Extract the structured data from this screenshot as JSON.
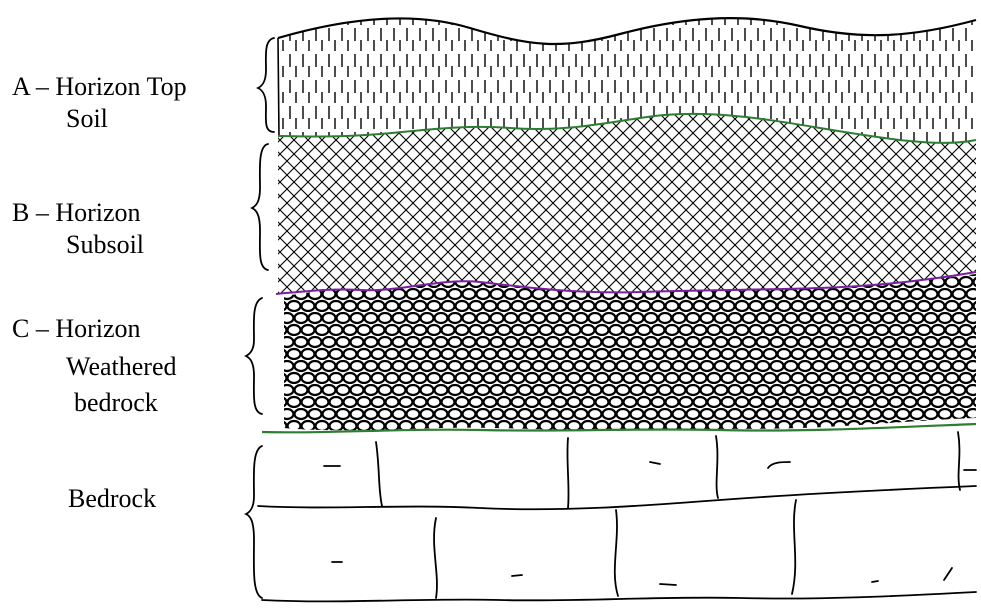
{
  "title": "",
  "labels": {
    "a_line1": "A – Horizon Top",
    "a_line2": "Soil",
    "b_line1": "B – Horizon",
    "b_line2": "Subsoil",
    "c_line1": "C – Horizon",
    "c_line2": "Weathered",
    "c_line3": "bedrock",
    "bedrock": "Bedrock"
  },
  "layers": [
    {
      "name": "A – Horizon Top Soil",
      "pattern": "vertical-dashes"
    },
    {
      "name": "B – Horizon Subsoil",
      "pattern": "crosshatch"
    },
    {
      "name": "C – Horizon Weathered bedrock",
      "pattern": "pebbles"
    },
    {
      "name": "Bedrock",
      "pattern": "blocks"
    }
  ],
  "colors": {
    "ink": "#000000",
    "boundary": "#2e7d32",
    "c_top": "#7b1fa2"
  }
}
